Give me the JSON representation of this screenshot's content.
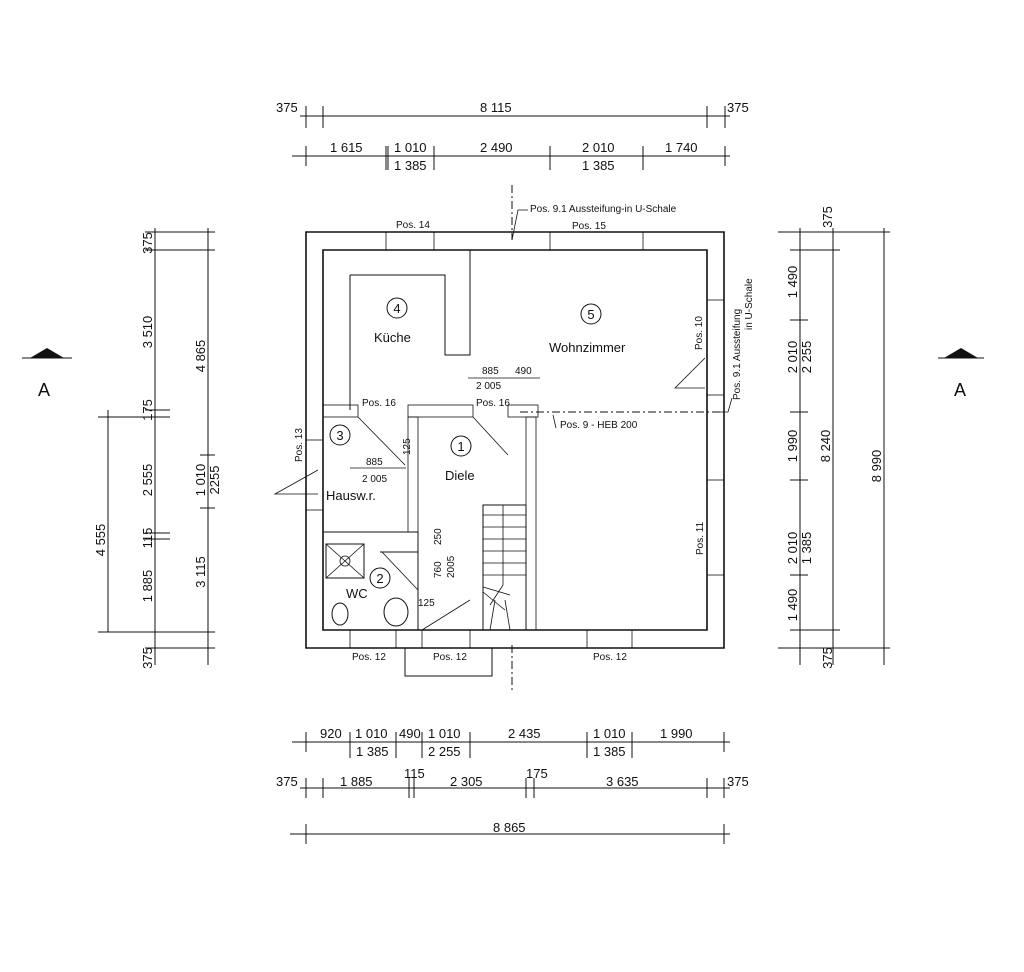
{
  "sections": {
    "left": "A",
    "right": "A"
  },
  "dims_top": {
    "row1": [
      "375",
      "8 115",
      "375"
    ],
    "row2": [
      "1 615",
      "1 010",
      "2 490",
      "2 010",
      "1 740"
    ],
    "row2_sub": [
      "1 385",
      "1 385"
    ]
  },
  "dims_bottom": {
    "row1": [
      "920",
      "1 010",
      "490",
      "1 010",
      "2 435",
      "1 010",
      "1 990"
    ],
    "row1_sub": [
      "1 385",
      "2 255",
      "1 385"
    ],
    "row2": [
      "375",
      "1 885",
      "115",
      "2 305",
      "175",
      "3 635",
      "375"
    ],
    "row3": [
      "8 865"
    ]
  },
  "dims_left": {
    "outer": [
      "375",
      "3 510",
      "175",
      "2 555",
      "115",
      "1 885",
      "375"
    ],
    "mid": [
      "4 865",
      "1 010",
      "2255",
      "3 115"
    ],
    "far": [
      "4 555"
    ]
  },
  "dims_right": {
    "inner": [
      "375",
      "1 490",
      "2 010",
      "1 990",
      "2 010",
      "1 490",
      "375"
    ],
    "inner_sub": [
      "2 255",
      "1 385"
    ],
    "mid": [
      "8 240"
    ],
    "outer": [
      "8 990"
    ]
  },
  "rooms": [
    {
      "num": "1",
      "name": "Diele"
    },
    {
      "num": "2",
      "name": "WC"
    },
    {
      "num": "3",
      "name": "Hausw.r."
    },
    {
      "num": "4",
      "name": "Küche"
    },
    {
      "num": "5",
      "name": "Wohnzimmer"
    }
  ],
  "positions": {
    "p14": "Pos. 14",
    "p91_top": "Pos. 9.1  Aussteifung-in U-Schale",
    "p15": "Pos. 15",
    "p10": "Pos. 10",
    "p91_right_a": "Pos. 9.1 Aussteifung",
    "p91_right_b": "in U-Schale",
    "p16a": "Pos. 16",
    "p16b": "Pos. 16",
    "p9": "Pos. 9 - HEB  200",
    "p13": "Pos. 13",
    "p11": "Pos. 11",
    "p12a": "Pos. 12",
    "p12b": "Pos. 12",
    "p12c": "Pos. 12"
  },
  "openings": {
    "kitchen_w": "885",
    "kitchen_w2": "490",
    "kitchen_h": "2 005",
    "hwr_w": "885",
    "hwr_h": "2 005",
    "small_125a": "125",
    "small_125b": "125",
    "wc_250": "250",
    "wc_760": "760",
    "wc_2005": "2005"
  }
}
